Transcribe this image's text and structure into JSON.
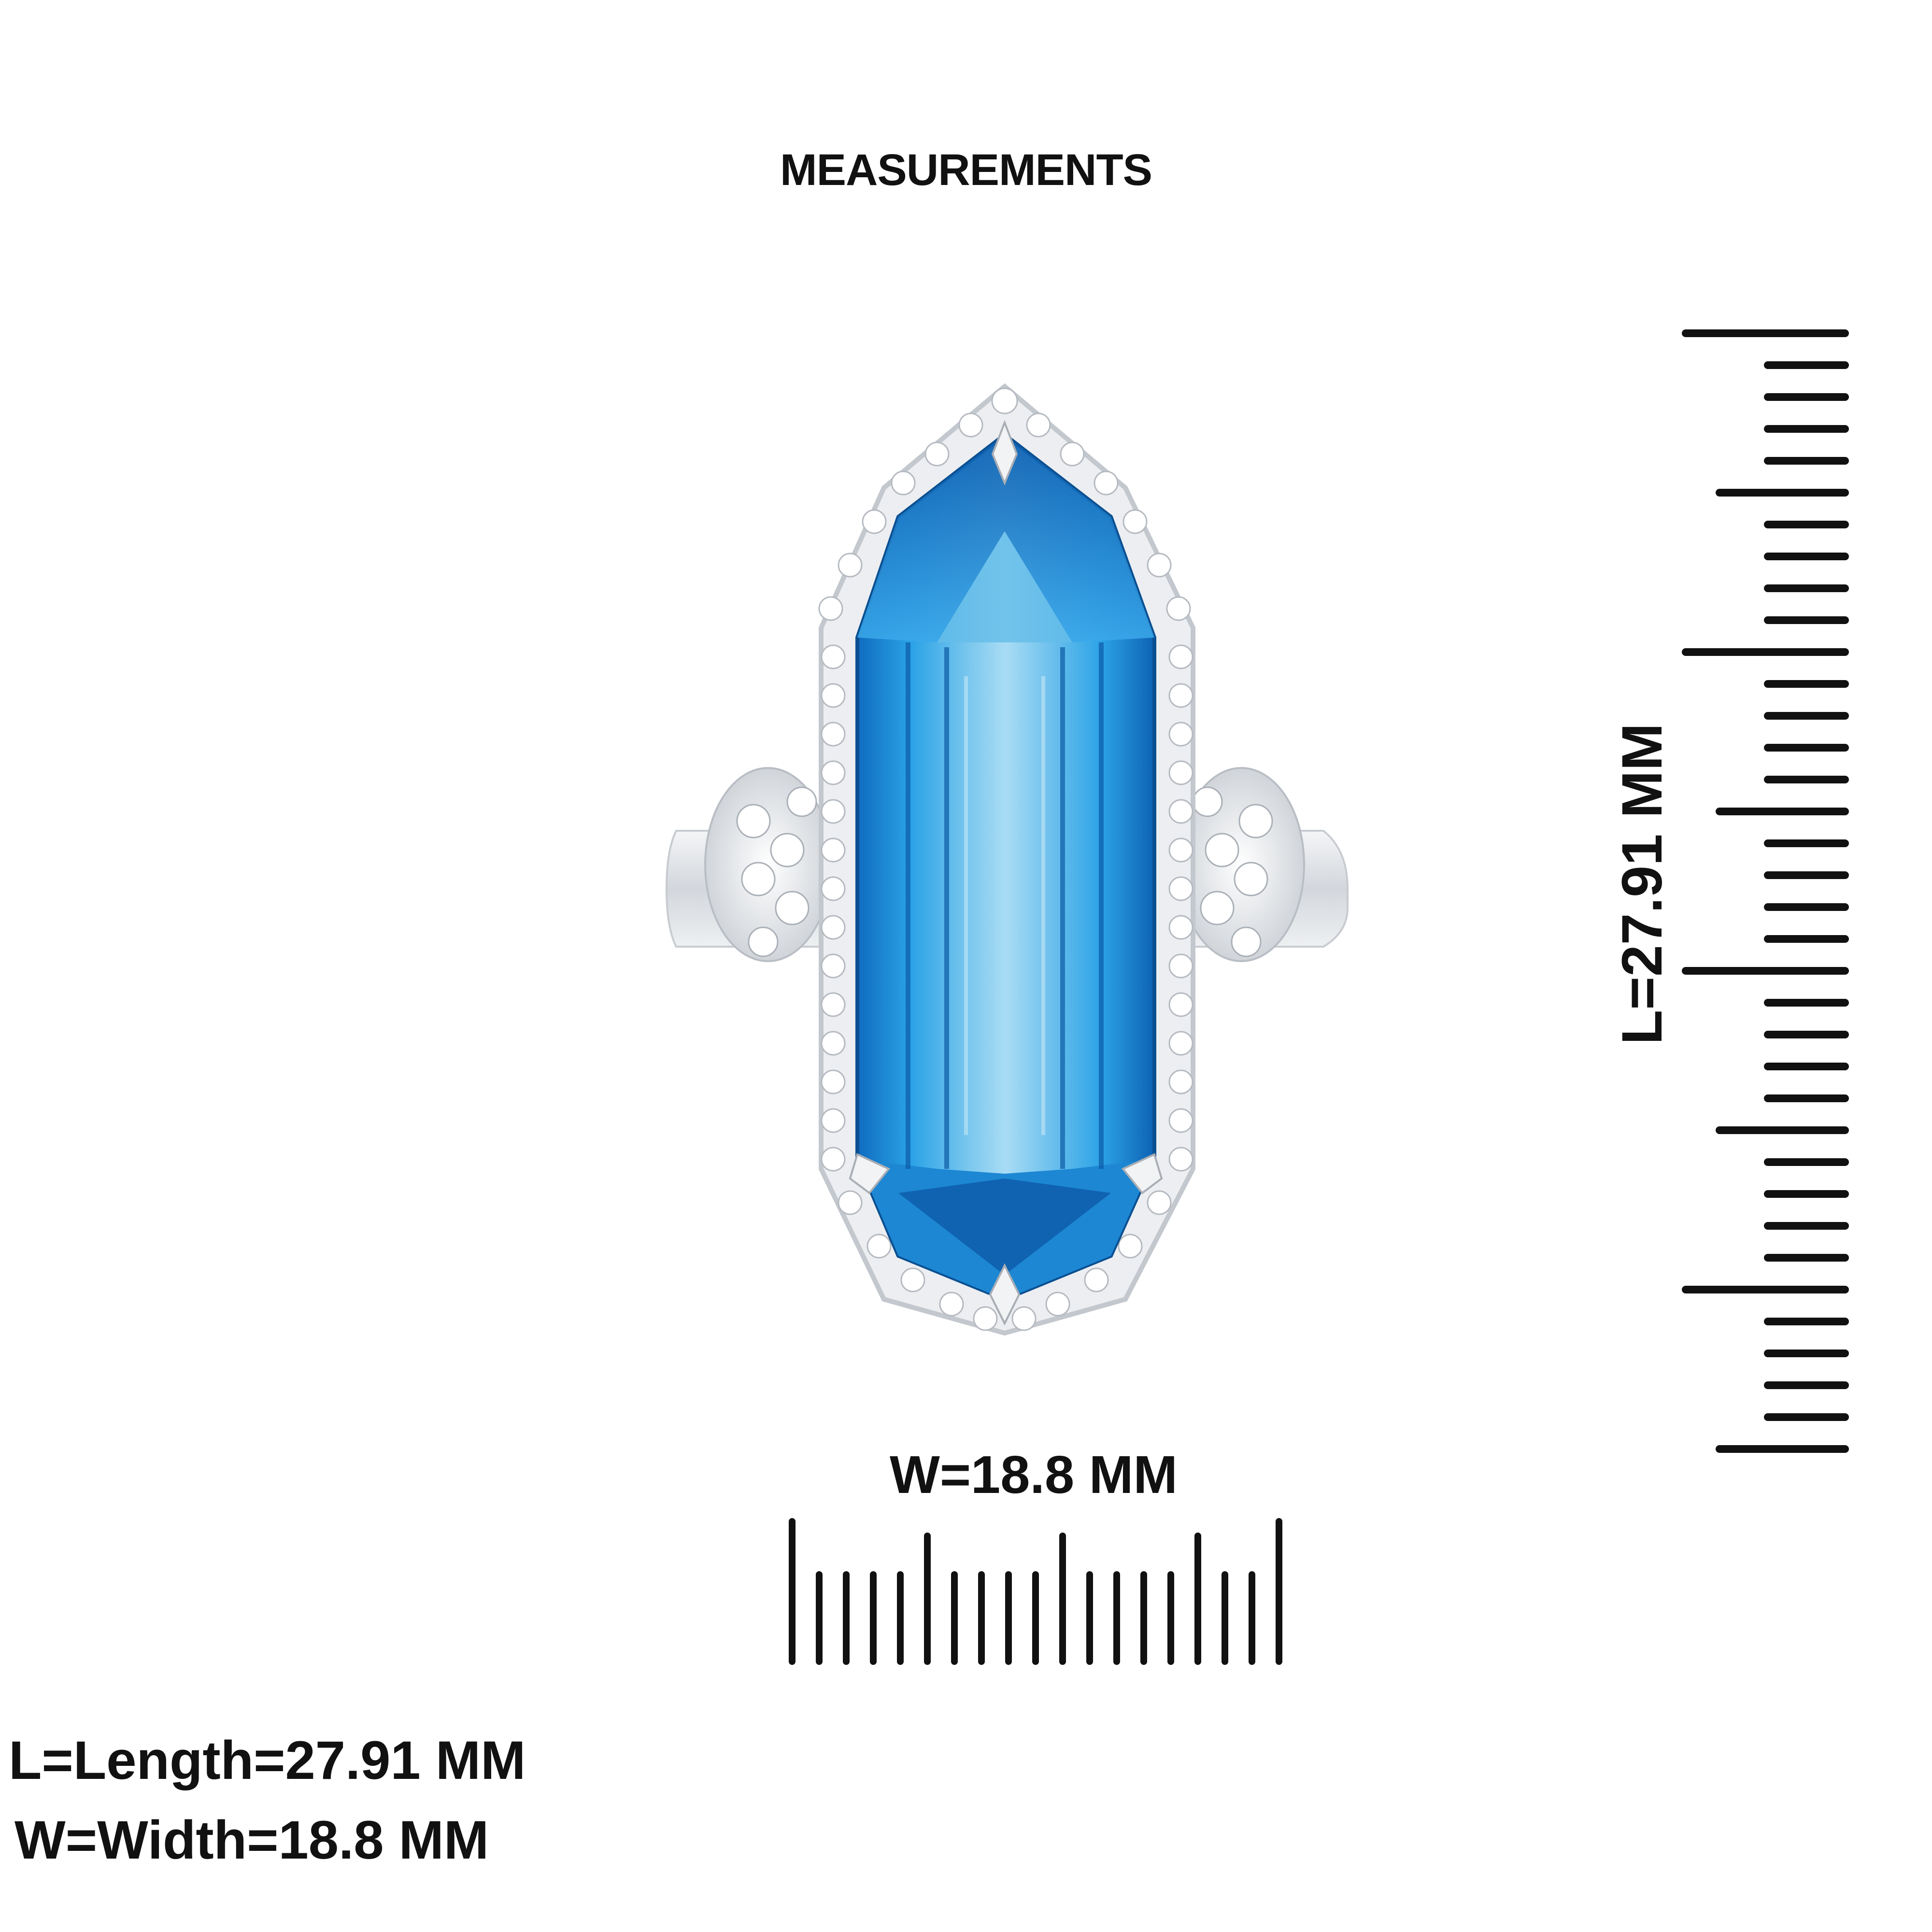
{
  "heading": "MEASUREMENTS",
  "length_label": "L=27.91 MM",
  "width_label": "W=18.8 MM",
  "legend": {
    "length": "L=Length=27.91 MM",
    "width": "W=Width=18.8 MM"
  },
  "colors": {
    "stone": "#1f8fd6",
    "stone_dark": "#0f5fa8",
    "stone_light": "#8fd0f2",
    "metal": "#e3e6ea",
    "ruler": "#111111"
  }
}
